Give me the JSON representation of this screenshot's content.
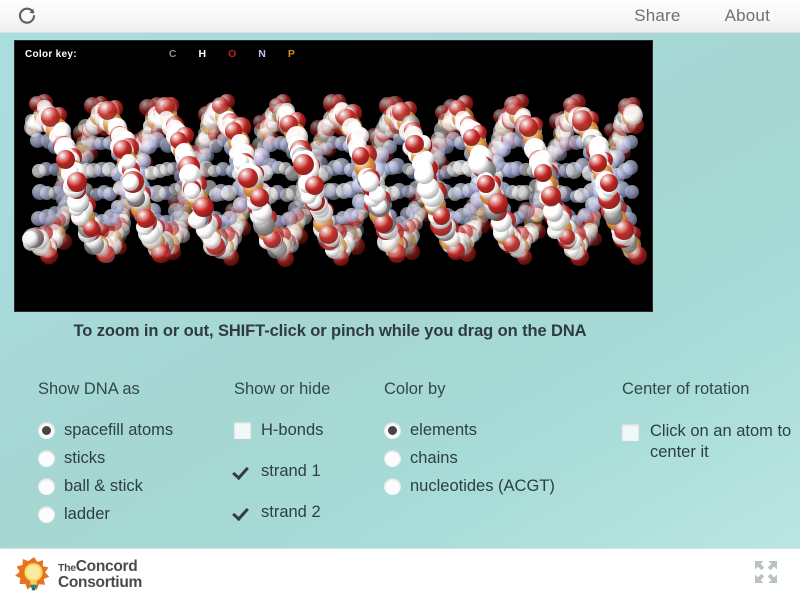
{
  "topbar": {
    "reload_icon": "reload-circular-arrow-icon",
    "links": [
      {
        "label": "Share",
        "name": "share-link"
      },
      {
        "label": "About",
        "name": "about-link"
      }
    ]
  },
  "viewport": {
    "color_key_label": "Color key:",
    "color_key_items": [
      {
        "symbol": "C",
        "color": "#8c8c8c",
        "element": "carbon"
      },
      {
        "symbol": "H",
        "color": "#ffffff",
        "element": "hydrogen"
      },
      {
        "symbol": "O",
        "color": "#c0211d",
        "element": "oxygen"
      },
      {
        "symbol": "N",
        "color": "#b9c2ef",
        "element": "nitrogen"
      },
      {
        "symbol": "P",
        "color": "#d98a30",
        "element": "phosphorus"
      }
    ],
    "background": "#000000",
    "model": "DNA double helix, spacefill representation"
  },
  "hint": {
    "text": "To zoom in or out, SHIFT-click or pinch while you drag on the DNA"
  },
  "controls": {
    "show_dna_as": {
      "title": "Show DNA as",
      "type": "radio",
      "selected": "spacefill atoms",
      "options": [
        {
          "label": "spacefill atoms",
          "checked": true
        },
        {
          "label": "sticks",
          "checked": false
        },
        {
          "label": "ball & stick",
          "checked": false
        },
        {
          "label": "ladder",
          "checked": false
        }
      ]
    },
    "show_or_hide": {
      "title": "Show or hide",
      "type": "checkbox",
      "options": [
        {
          "label": "H-bonds",
          "checked": false
        },
        {
          "label": "strand 1",
          "checked": true
        },
        {
          "label": "strand 2",
          "checked": true
        }
      ]
    },
    "color_by": {
      "title": "Color by",
      "type": "radio",
      "selected": "elements",
      "options": [
        {
          "label": "elements",
          "checked": true
        },
        {
          "label": "chains",
          "checked": false
        },
        {
          "label": "nucleotides (ACGT)",
          "checked": false
        }
      ]
    },
    "center_of_rotation": {
      "title": "Center of rotation",
      "type": "checkbox",
      "options": [
        {
          "label": "Click on an atom to center it",
          "checked": false
        }
      ]
    }
  },
  "footer": {
    "logo_the": "The",
    "logo_line1": "Concord",
    "logo_line2": "Consortium",
    "logo_icon": "lightbulb-sunburst-logo-icon",
    "fullscreen_icon": "fullscreen-expand-icon"
  },
  "colors": {
    "background_top": "#a9dee0",
    "background_bottom": "#bfe8e4",
    "topbar": "#f7f7f7",
    "text": "#2c3f43",
    "link": "#6f6f6f",
    "footer": "#ffffff",
    "logo_orange": "#e8731f",
    "logo_yellow": "#f6d96a"
  }
}
